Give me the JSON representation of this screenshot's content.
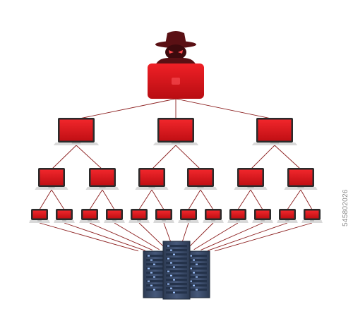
{
  "colors": {
    "background": "#ffffff",
    "link_line": "#8b1e1e",
    "screen_red": "#e4161b",
    "screen_red_dark": "#a80f12",
    "laptop_bezel": "#2b2b2b",
    "laptop_base": "#d9d9d9",
    "hacker_laptop": "#d8141a",
    "hacker_figure": "#5a1014",
    "server_body": "#3c4b63",
    "server_light": "#9fc3ff"
  },
  "icons": {
    "hacker": "hacker-spy-icon",
    "attacker_laptop": "laptop-back-icon",
    "infected_device": "laptop-icon",
    "server": "server-rack-icon"
  },
  "diagram": {
    "tiers": [
      {
        "name": "attacker",
        "count": 1
      },
      {
        "name": "tier-1-laptops",
        "count": 3
      },
      {
        "name": "tier-2-laptops",
        "count": 6
      },
      {
        "name": "tier-3-laptops",
        "count": 12
      },
      {
        "name": "target-server",
        "count": 1
      }
    ],
    "children_per_node": 2
  },
  "footer": {
    "stock_id": "545802026"
  }
}
